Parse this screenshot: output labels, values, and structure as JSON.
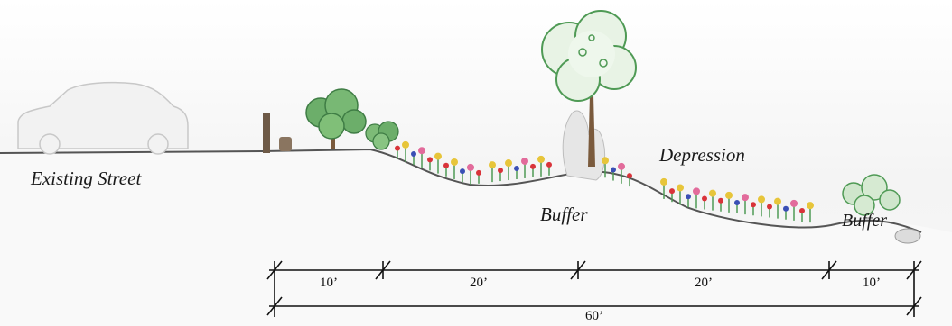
{
  "labels": {
    "street": "Existing Street",
    "depression": "Depression",
    "buffer_center": "Buffer",
    "buffer_right": "Buffer"
  },
  "dimensions": {
    "segments": [
      "10’",
      "20’",
      "20’",
      "10’"
    ],
    "total": "60’"
  },
  "colors": {
    "ground_line": "#555555",
    "foliage": "#4f9a55",
    "trunk": "#7a5a3c",
    "flower_red": "#d9333a",
    "flower_yellow": "#e7c53a",
    "flower_blue": "#3a4fb5",
    "flower_pink": "#e26b9b"
  }
}
